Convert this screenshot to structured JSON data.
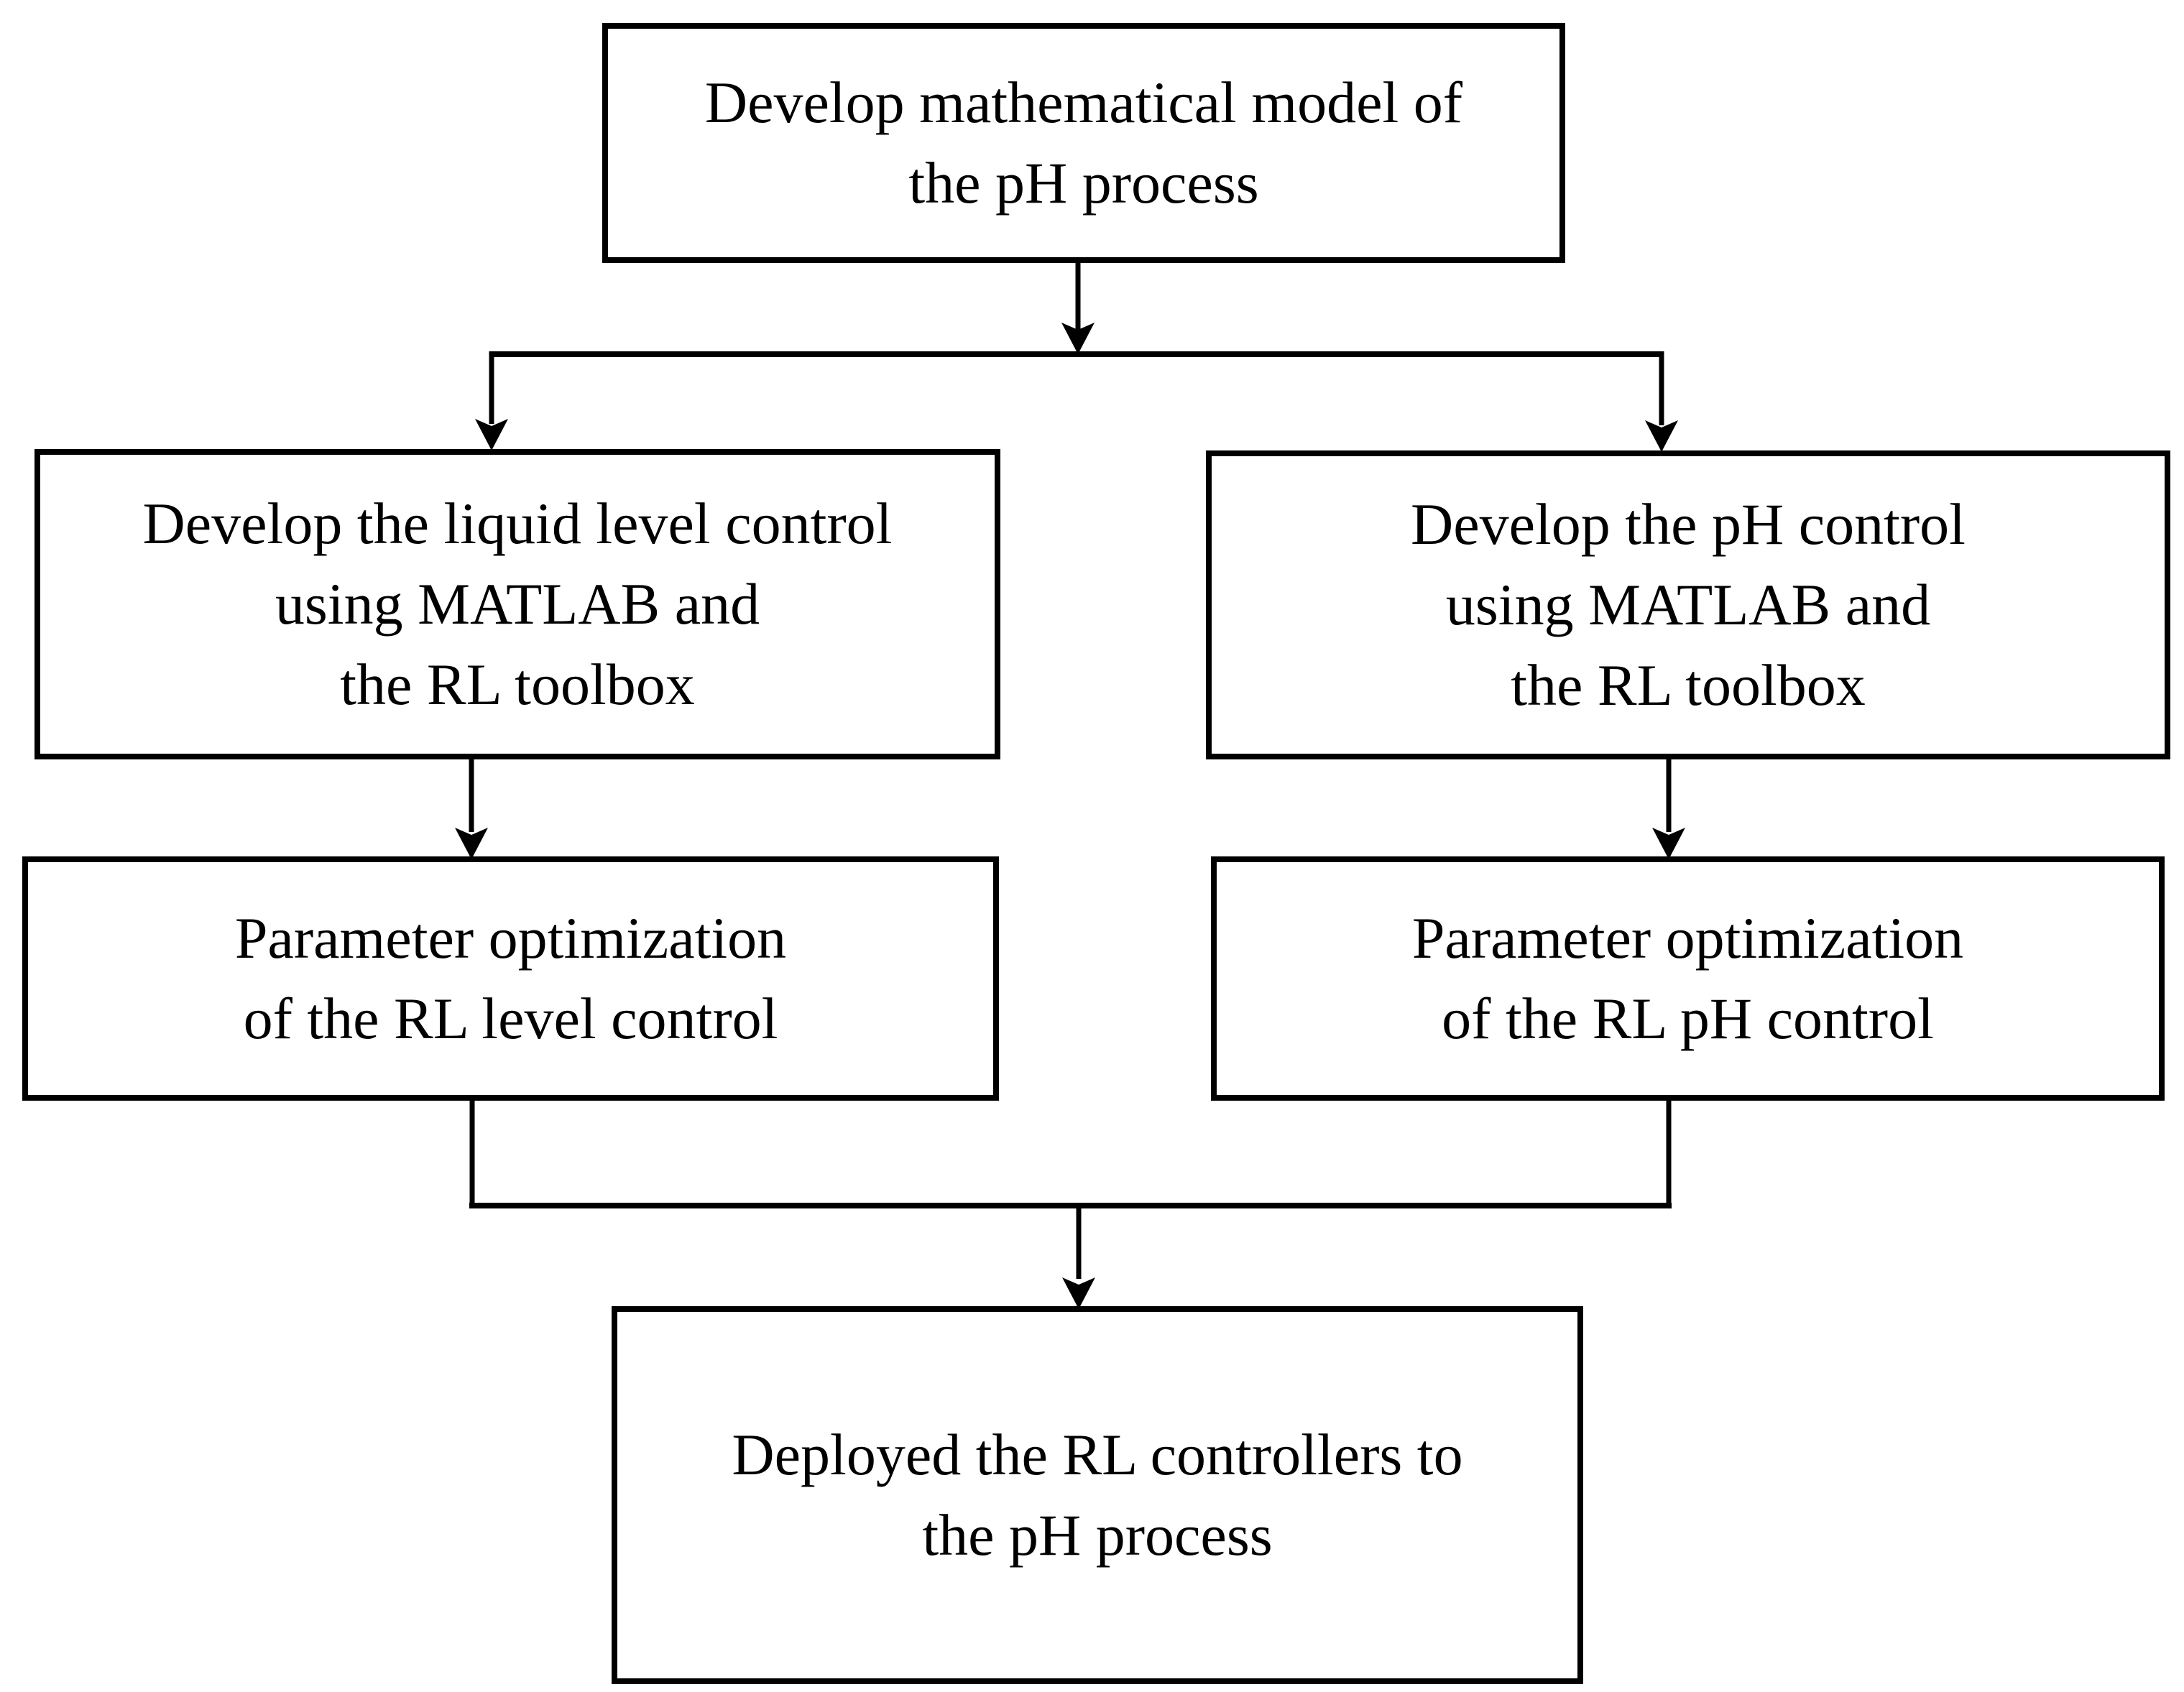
{
  "diagram": {
    "type": "flowchart",
    "background_color": "#ffffff",
    "line_color": "#000000",
    "nodes": {
      "develop_model": {
        "id": "develop-model",
        "lines": [
          "Develop mathematical model of",
          "the pH process"
        ]
      },
      "develop_level": {
        "id": "develop-level-control",
        "lines": [
          "Develop the liquid level control",
          "using MATLAB and",
          "the RL toolbox"
        ]
      },
      "develop_ph": {
        "id": "develop-ph-control",
        "lines": [
          "Develop the pH control",
          "using MATLAB and",
          "the RL toolbox"
        ]
      },
      "param_level": {
        "id": "param-optimization-level",
        "lines": [
          "Parameter optimization",
          "of the RL level control"
        ]
      },
      "param_ph": {
        "id": "param-optimization-ph",
        "lines": [
          "Parameter optimization",
          "of the RL pH control"
        ]
      },
      "deploy": {
        "id": "deploy-controllers",
        "lines": [
          "Deployed the RL controllers to",
          "the pH process"
        ]
      }
    },
    "edges": [
      {
        "from": "develop-model",
        "to": "develop-level-control",
        "arrow": true
      },
      {
        "from": "develop-model",
        "to": "develop-ph-control",
        "arrow": true
      },
      {
        "from": "develop-level-control",
        "to": "param-optimization-level",
        "arrow": true
      },
      {
        "from": "develop-ph-control",
        "to": "param-optimization-ph",
        "arrow": true
      },
      {
        "from": "param-optimization-level",
        "to": "deploy-controllers",
        "arrow": true
      },
      {
        "from": "param-optimization-ph",
        "to": "deploy-controllers",
        "arrow": true
      }
    ]
  }
}
